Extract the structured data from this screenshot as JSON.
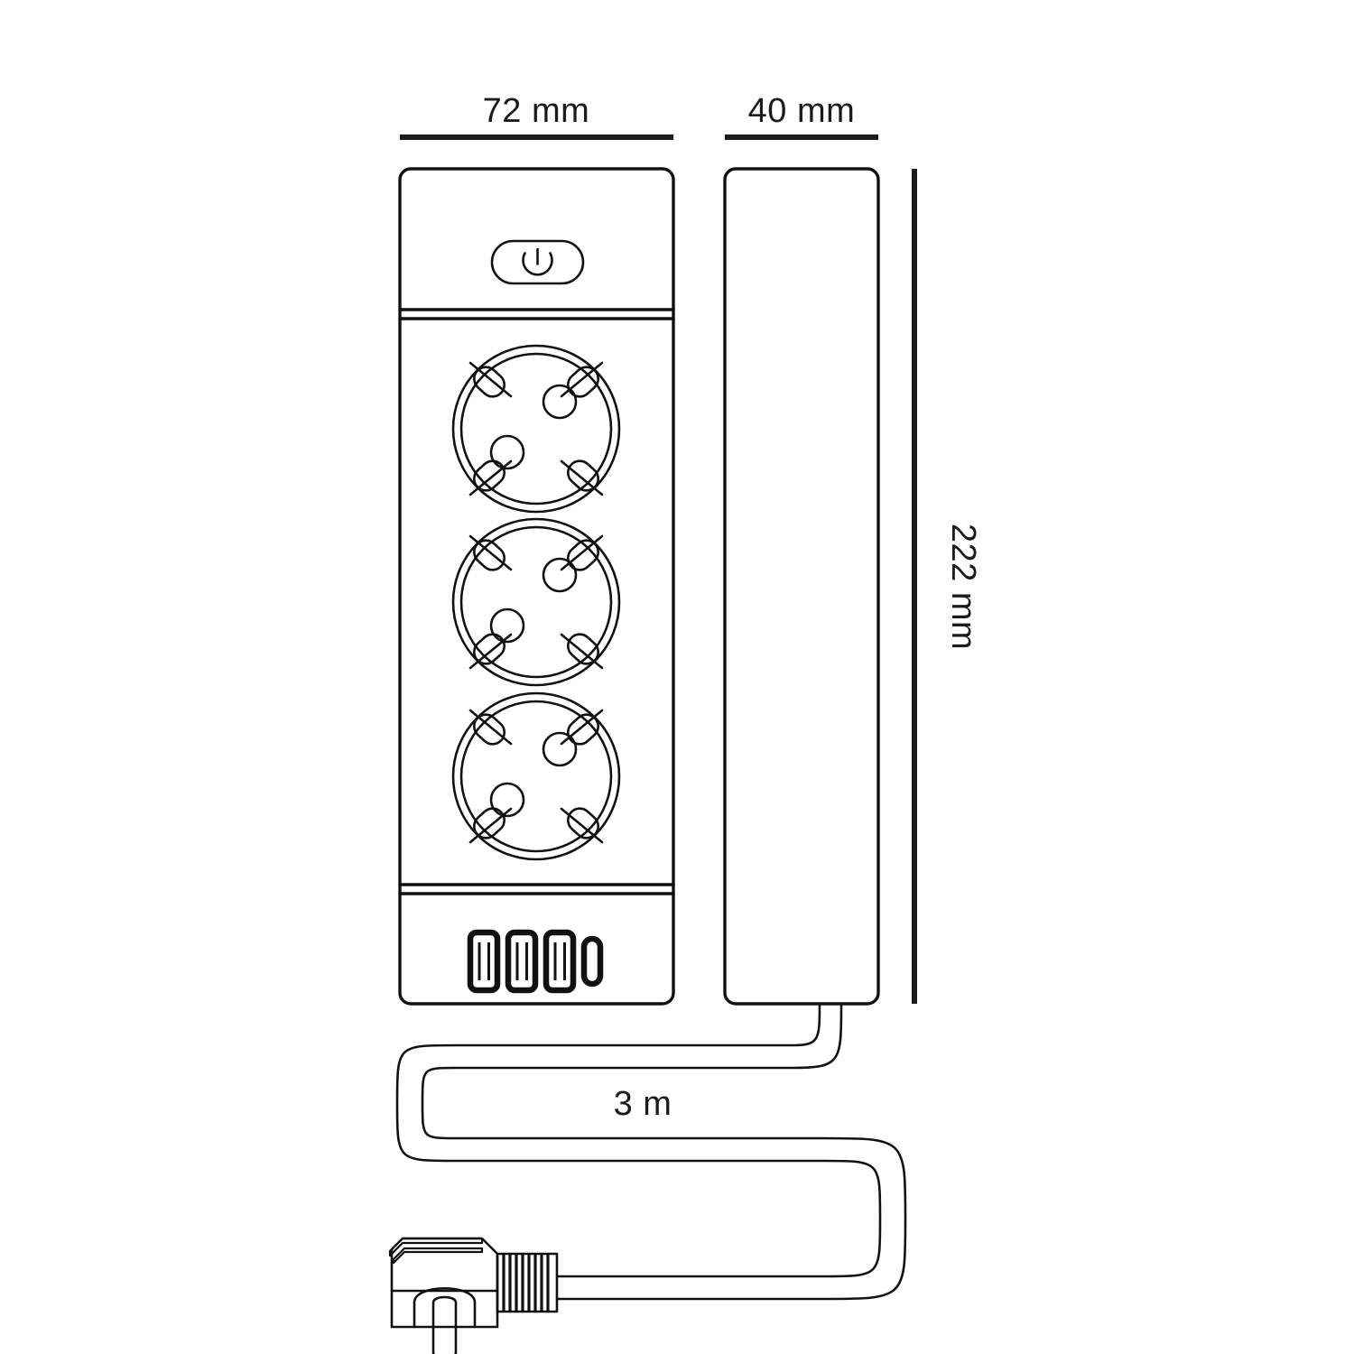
{
  "document": {
    "title": "Power strip dimensional drawing",
    "background_color": "#ffffff",
    "line_color": "#111111",
    "text_color": "#1b1b1b"
  },
  "dimensions": {
    "width_front": {
      "label": "72 mm",
      "orientation": "horizontal",
      "view": "front"
    },
    "width_side": {
      "label": "40 mm",
      "orientation": "horizontal",
      "view": "side"
    },
    "height_overall": {
      "label": "222 mm",
      "orientation": "vertical-rotated",
      "view": "side"
    },
    "cable_length": {
      "label": "3 m",
      "orientation": "horizontal",
      "view": "cable"
    }
  },
  "front_view": {
    "name": "front-view",
    "power_button": {
      "icon": "power-icon",
      "shape": "pill"
    },
    "sockets": [
      {
        "index": 1,
        "type": "schuko",
        "pin_holes": 2,
        "earth_clips": 4
      },
      {
        "index": 2,
        "type": "schuko",
        "pin_holes": 2,
        "earth_clips": 4
      },
      {
        "index": 3,
        "type": "schuko",
        "pin_holes": 2,
        "earth_clips": 4
      }
    ],
    "usb_ports": [
      {
        "index": 1,
        "type": "usb-a",
        "icon": "usb-a-port-icon"
      },
      {
        "index": 2,
        "type": "usb-a",
        "icon": "usb-a-port-icon"
      },
      {
        "index": 3,
        "type": "usb-a",
        "icon": "usb-a-port-icon"
      },
      {
        "index": 4,
        "type": "usb-c",
        "icon": "usb-c-port-icon"
      }
    ],
    "seams": 2
  },
  "side_view": {
    "name": "side-view",
    "shape": "rounded-rectangle"
  },
  "cable": {
    "name": "power-cable",
    "routing": "serpentine",
    "plug": {
      "type": "schuko-angled",
      "icon": "schuko-plug-icon",
      "has_strain_relief": true,
      "earth_pin": true
    }
  }
}
